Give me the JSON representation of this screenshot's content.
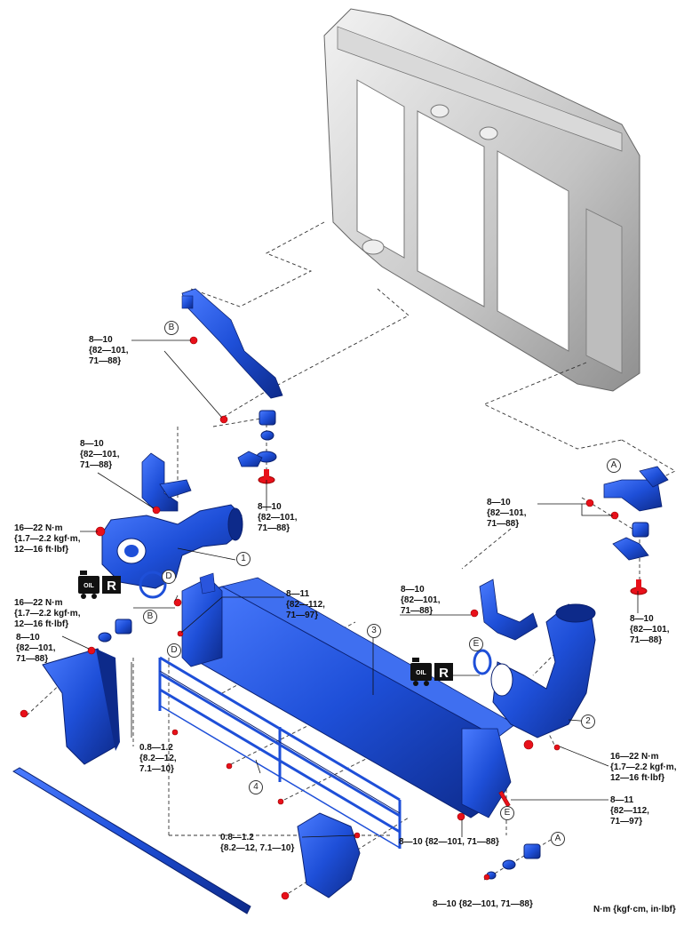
{
  "torque": {
    "t1": [
      "8—10",
      "{82—101,",
      "71—88}"
    ],
    "t2": [
      "8—10",
      "{82—101,",
      "71—88}"
    ],
    "t3": [
      "8—10",
      "{82—101,",
      "71—88}"
    ],
    "t4": [
      "16—22 N·m",
      "{1.7—2.2 kgf·m,",
      "12—16 ft·lbf}"
    ],
    "t5": [
      "16—22 N·m",
      "{1.7—2.2 kgf·m,",
      "12—16 ft·lbf}"
    ],
    "t6": [
      "8—11",
      "{82—112,",
      "71—97}"
    ],
    "t7": [
      "8—10",
      "{82—101,",
      "71—88}"
    ],
    "t8": [
      "0.8—1.2",
      "{8.2—12,",
      "7.1—10}"
    ],
    "t9": [
      "8—10",
      "{82—101,",
      "71—88}"
    ],
    "t10": [
      "8—10",
      "{82—101,",
      "71—88}"
    ],
    "t11": [
      "8—10",
      "{82—101,",
      "71—88}"
    ],
    "t12": [
      "16—22 N·m",
      "{1.7—2.2 kgf·m,",
      "12—16 ft·lbf}"
    ],
    "t13": [
      "8—11",
      "{82—112,",
      "71—97}"
    ],
    "t14": "8—10 {82—101, 71—88}",
    "t15": [
      "0.8—1.2",
      "{8.2—12, 7.1—10}"
    ],
    "t16": "8—10 {82—101, 71—88}"
  },
  "callouts": [
    "A",
    "B",
    "D",
    "E",
    "A",
    "B",
    "D",
    "E"
  ],
  "parts": [
    "1",
    "2",
    "3",
    "4"
  ],
  "oil_badge": {
    "text": "OIL",
    "letter": "R"
  },
  "unit_note": "N·m {kgf·cm, in·lbf}",
  "colors": {
    "part_blue": "#1e4fd8",
    "bolt_red": "#e8101a",
    "frame_grey": "#c9c9c9"
  }
}
